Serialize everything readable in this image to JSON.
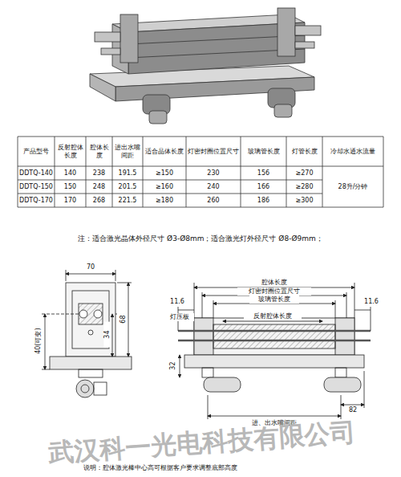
{
  "diagram": {
    "labels": [
      "产品型号",
      "反射腔体长度",
      "腔体长度",
      "进出水嘴间距",
      "适合晶体长度",
      "灯密封圈位置尺寸",
      "玻璃管长度",
      "灯管长度",
      "冷却水通水流量",
      "DDTQ-140",
      "140",
      "238",
      "191.5",
      "≥150",
      "230",
      "156",
      "≥270",
      "28升/分钟",
      "DDTQ-150",
      "150",
      "248",
      "201.5",
      "≥160",
      "240",
      "166",
      "≥280",
      "DDTQ-170",
      "170",
      "268",
      "221.5",
      "≥180",
      "260",
      "186",
      "≥300",
      "注：适合激光晶体外径尺寸 Ø3-Ø8mm；适合激光灯外径尺寸 Ø8-Ø9mm；",
      "70",
      "34",
      "68",
      "40(可变)",
      "腔体长度",
      "灯密封圈位置尺寸",
      "玻璃管长度",
      "反射腔体长度",
      "11.6",
      "11.6",
      "灯压板",
      "32",
      "82",
      "进、出水嘴间距",
      "武汉科一光电科技有限公司",
      "说明：腔体激光棒中心高可根据客户要求调整底部高度"
    ]
  }
}
